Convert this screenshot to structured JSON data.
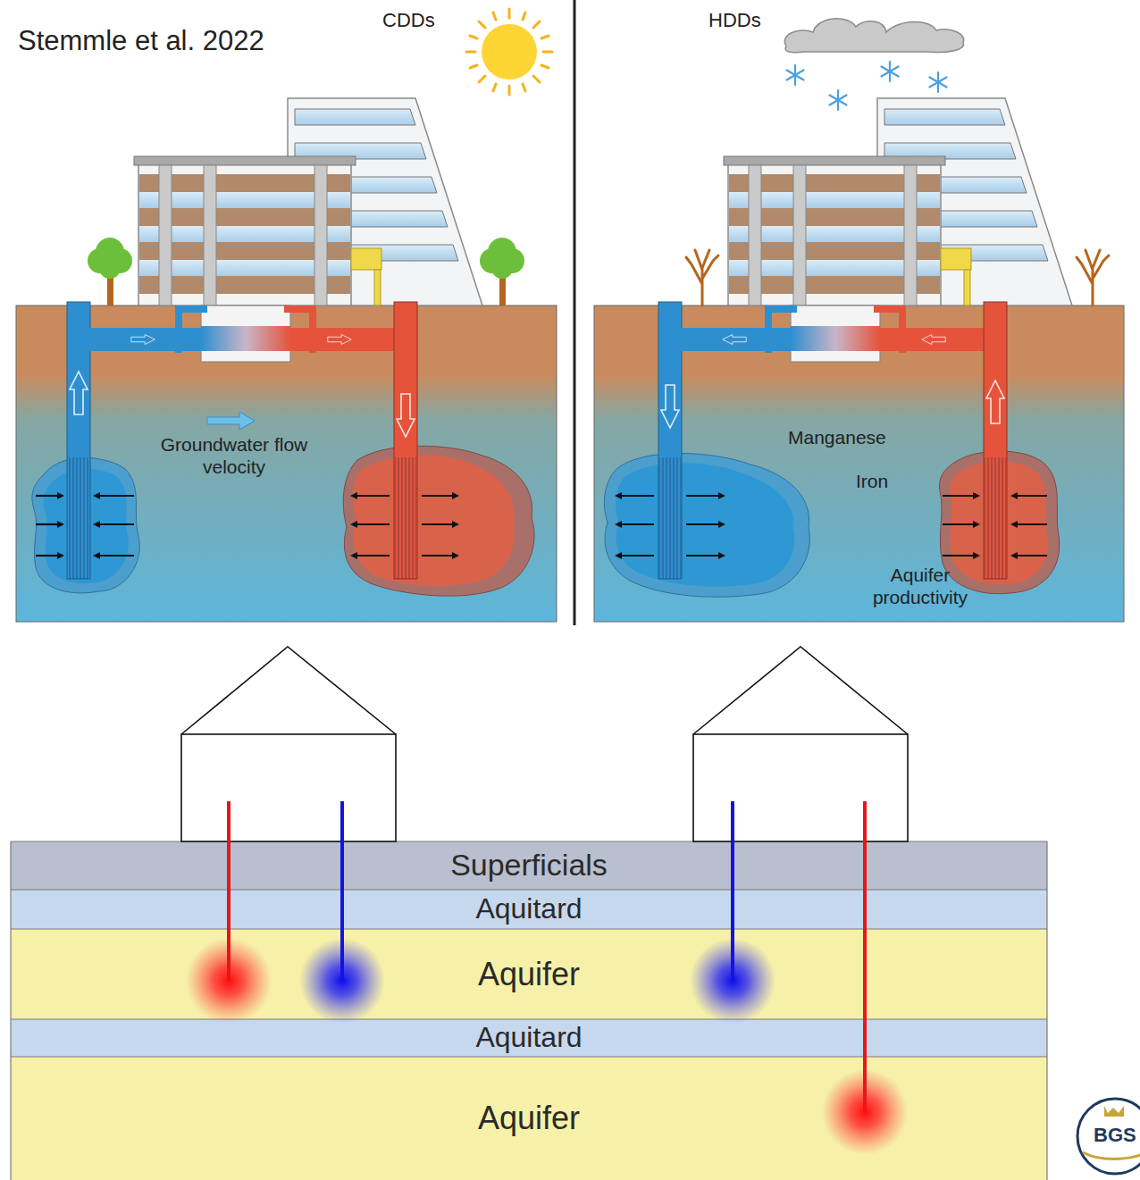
{
  "diagram": {
    "nodes": [
      {
        "text": [
          "Superficials"
        ]
      },
      {
        "text": [
          "Aquitard"
        ]
      },
      {
        "text": [
          "Aquifer"
        ]
      },
      {
        "text": [
          "Aquitard"
        ]
      },
      {
        "text": [
          "Aquifer"
        ]
      }
    ],
    "labels": [
      "Stemmle et al. 2022",
      "CDDs",
      "HDDs",
      "Groundwater flow velocity",
      "Manganese",
      "Iron",
      "Aquifer productivity",
      "BGS"
    ]
  }
}
